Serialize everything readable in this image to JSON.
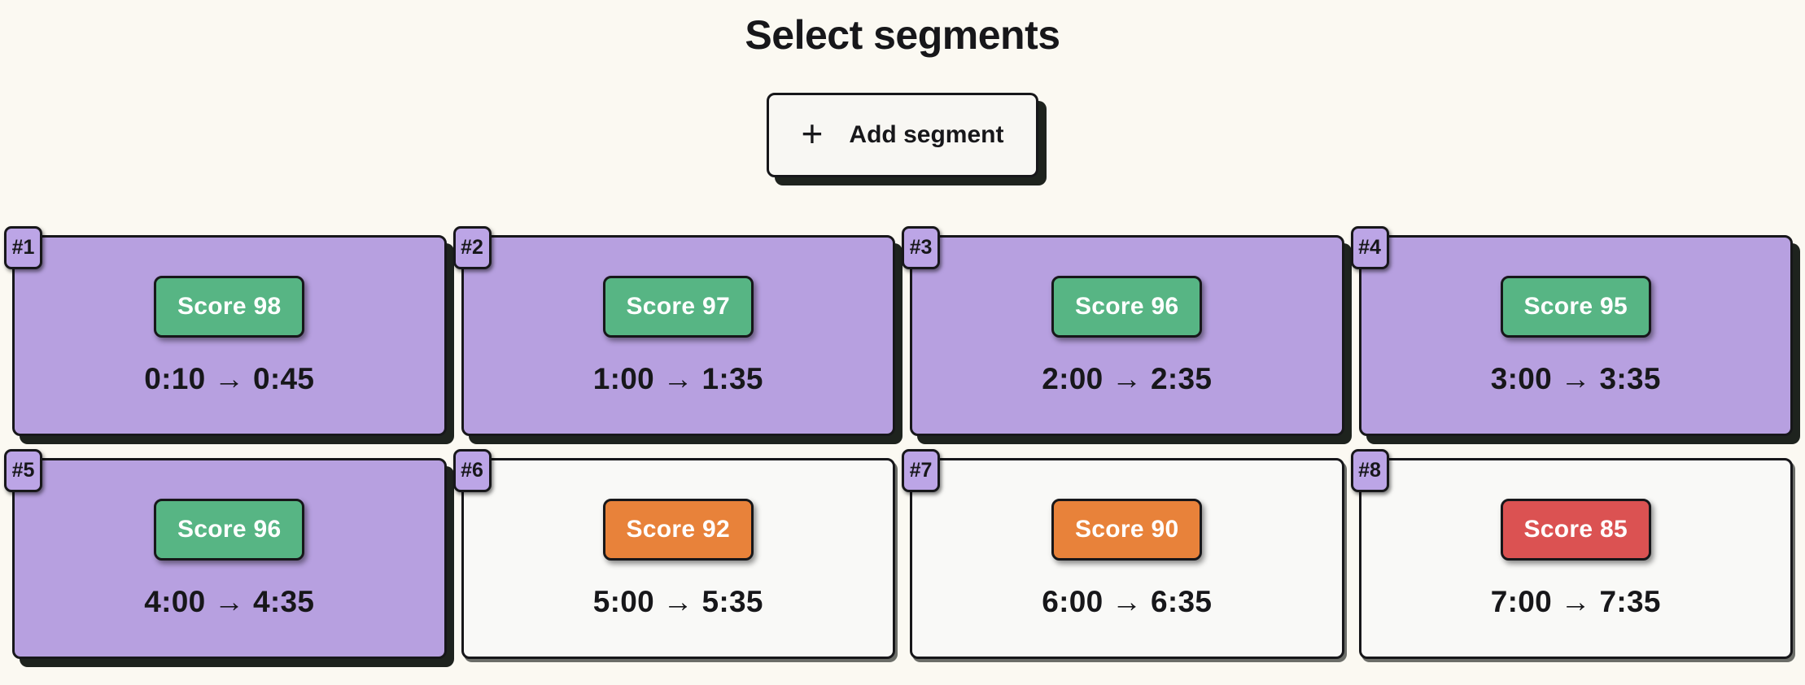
{
  "page": {
    "title": "Select segments"
  },
  "toolbar": {
    "add_segment_label": "Add segment",
    "plus_icon": "+"
  },
  "segments": [
    {
      "number": "#1",
      "score": 98,
      "score_label": "Score 98",
      "time_range": "0:10 → 0:45",
      "selected": true,
      "score_level": "green"
    },
    {
      "number": "#2",
      "score": 97,
      "score_label": "Score 97",
      "time_range": "1:00 → 1:35",
      "selected": true,
      "score_level": "green"
    },
    {
      "number": "#3",
      "score": 96,
      "score_label": "Score 96",
      "time_range": "2:00 → 2:35",
      "selected": true,
      "score_level": "green"
    },
    {
      "number": "#4",
      "score": 95,
      "score_label": "Score 95",
      "time_range": "3:00 → 3:35",
      "selected": true,
      "score_level": "green"
    },
    {
      "number": "#5",
      "score": 96,
      "score_label": "Score 96",
      "time_range": "4:00 → 4:35",
      "selected": true,
      "score_level": "green"
    },
    {
      "number": "#6",
      "score": 92,
      "score_label": "Score 92",
      "time_range": "5:00 → 5:35",
      "selected": false,
      "score_level": "orange"
    },
    {
      "number": "#7",
      "score": 90,
      "score_label": "Score 90",
      "time_range": "6:00 → 6:35",
      "selected": false,
      "score_level": "orange"
    },
    {
      "number": "#8",
      "score": 85,
      "score_label": "Score 85",
      "time_range": "7:00 → 7:35",
      "selected": false,
      "score_level": "red"
    }
  ],
  "colors": {
    "background": "#FBF9F2",
    "card_selected": "#B7A0E0",
    "card_unselected": "#F9F9F7",
    "badge": "#BCA5E6",
    "score_green": "#57B584",
    "score_orange": "#E8823A",
    "score_red": "#DB5252",
    "ink": "#17171A",
    "shadow": "#1E231E",
    "button_bg": "#F8F7F3"
  }
}
